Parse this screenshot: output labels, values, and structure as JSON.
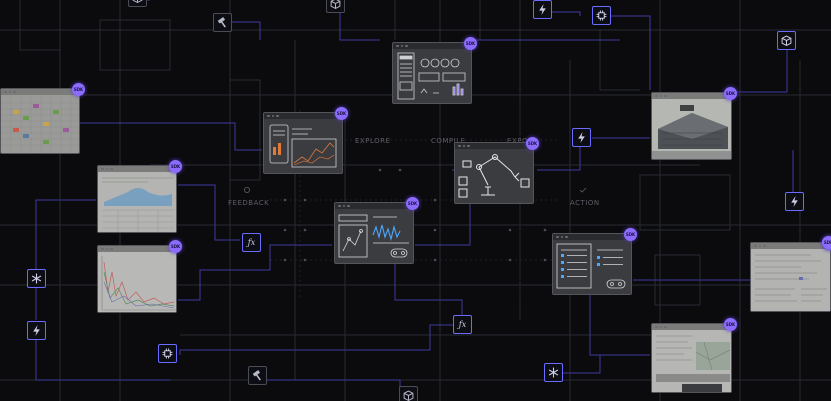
{
  "stages": {
    "explore": "EXPLORE",
    "compile": "COMPILE",
    "export": "EXPO",
    "feedback": "FEEDBACK",
    "action": "ACTION"
  },
  "badge": "SDK",
  "icons": {
    "function": "function-icon",
    "bolt": "lightning-bolt-icon",
    "snowflake": "snowflake-icon",
    "chip": "chip-icon",
    "hammer": "hammer-icon",
    "cube": "cube-icon"
  },
  "colors": {
    "background": "#0b0b0e",
    "accent": "#8b6cff",
    "node_border": "#6b6cff",
    "window": "#3b3c40"
  }
}
